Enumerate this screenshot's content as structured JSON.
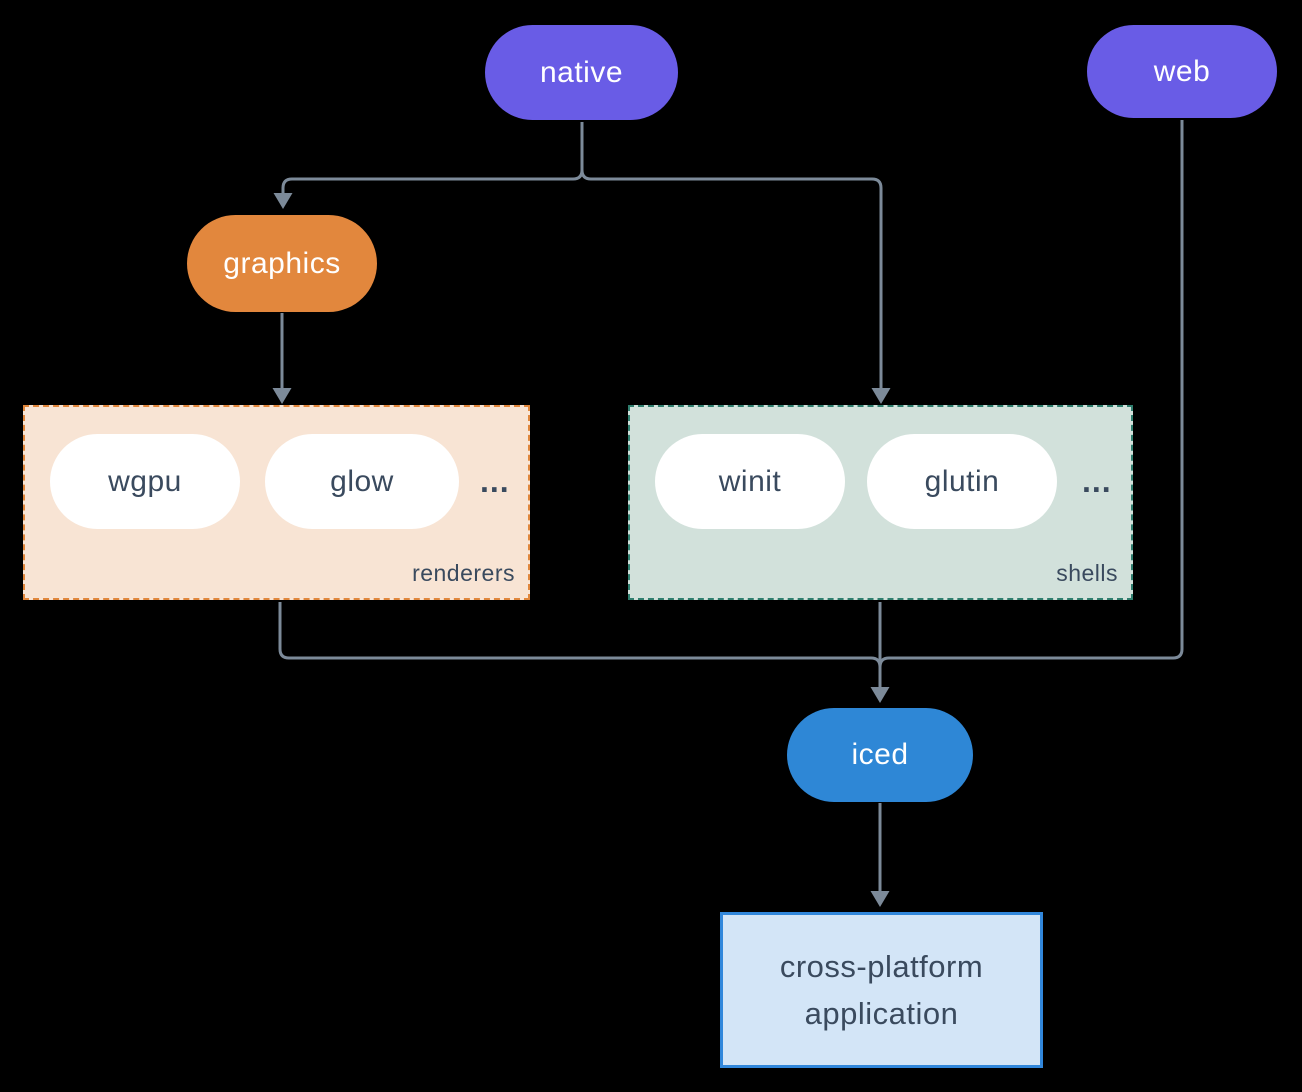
{
  "nodes": {
    "native": "native",
    "web": "web",
    "graphics": "graphics",
    "iced": "iced",
    "application": "cross-platform application"
  },
  "groups": {
    "renderers": {
      "label": "renderers",
      "pills": [
        "wgpu",
        "glow"
      ],
      "more": "..."
    },
    "shells": {
      "label": "shells",
      "pills": [
        "winit",
        "glutin"
      ],
      "more": "..."
    }
  },
  "edges": [
    {
      "from": "native",
      "to": "graphics"
    },
    {
      "from": "native",
      "to": "shells"
    },
    {
      "from": "graphics",
      "to": "renderers"
    },
    {
      "from": "renderers",
      "to": "iced"
    },
    {
      "from": "shells",
      "to": "iced"
    },
    {
      "from": "web",
      "to": "iced"
    },
    {
      "from": "iced",
      "to": "application"
    }
  ],
  "colors": {
    "background": "#000000",
    "purple_node": "#695ce6",
    "orange_node": "#e2873d",
    "blue_node": "#2e87d6",
    "white_pill": "#ffffff",
    "renderers_fill": "#f8e4d4",
    "renderers_border": "#e0863b",
    "shells_fill": "#d2e1db",
    "shells_border": "#2f7e6e",
    "app_fill": "#d3e5f7",
    "app_border": "#3187db",
    "connector": "#7c8a99",
    "text_dark": "#3a4a5e",
    "text_light": "#ffffff"
  }
}
